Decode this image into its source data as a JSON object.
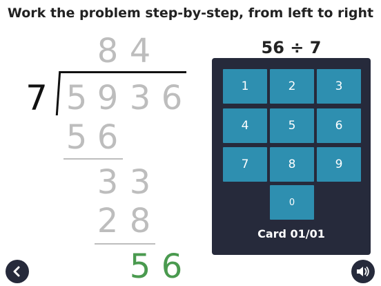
{
  "instruction": "Work the problem step-by-step, from left to right",
  "problem": "56 ÷ 7",
  "division": {
    "divisor": "7",
    "quotient": [
      "8",
      "4"
    ],
    "dividend": [
      "5",
      "9",
      "3",
      "6"
    ],
    "step1": [
      "5",
      "6"
    ],
    "step2": [
      "3",
      "3"
    ],
    "step3": [
      "2",
      "8"
    ],
    "step4": [
      "5",
      "6"
    ]
  },
  "keypad": {
    "keys": [
      "1",
      "2",
      "3",
      "4",
      "5",
      "6",
      "7",
      "8",
      "9",
      "0"
    ]
  },
  "card_label": "Card 01/01",
  "colors": {
    "keypad_bg": "#262a3b",
    "key_bg": "#2e8fb0",
    "digit_gray": "#bdbdbd",
    "active_green": "#4a9a4f"
  },
  "icons": {
    "back": "chevron-left-icon",
    "sound": "speaker-icon"
  }
}
